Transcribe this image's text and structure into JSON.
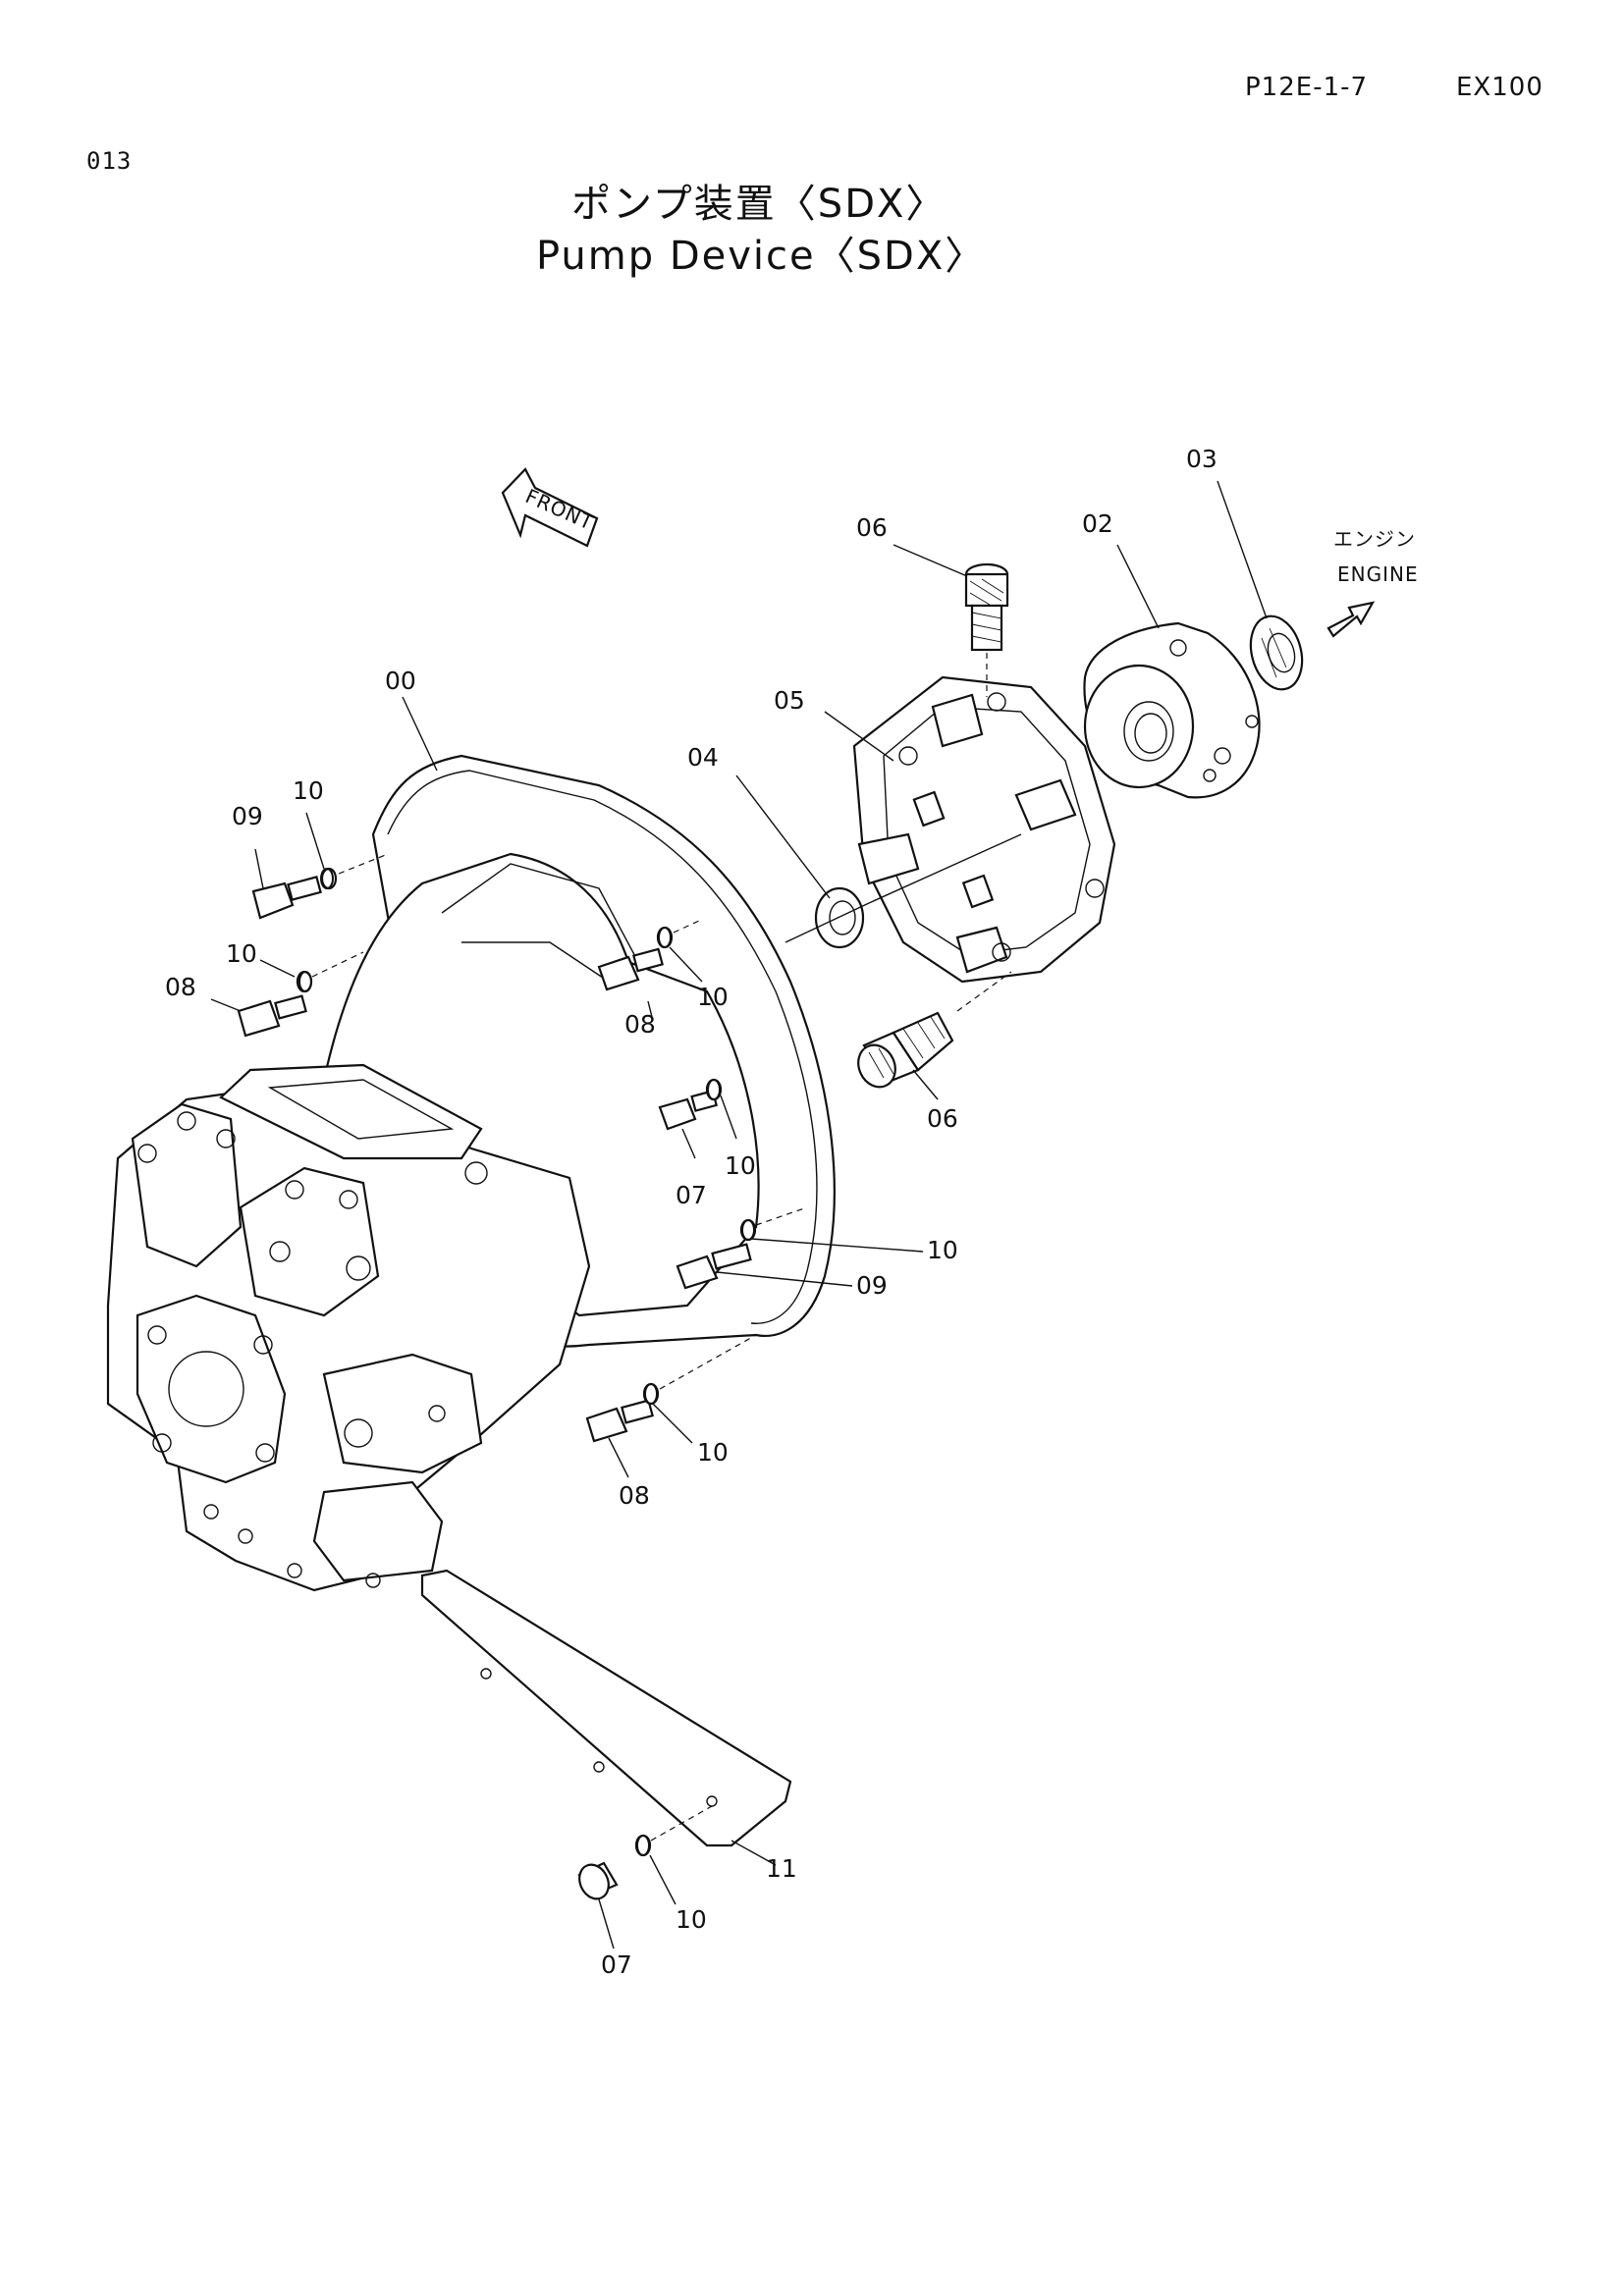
{
  "header": {
    "page_code": "P12E-1-7",
    "model": "EX100",
    "page_number": "013"
  },
  "title": {
    "japanese": "ポンプ装置〈SDX〉",
    "english": "Pump Device〈SDX〉"
  },
  "direction_labels": {
    "front": "FRONT",
    "engine_jp": "エンジン",
    "engine_en": "ENGINE"
  },
  "callouts": {
    "c00": "00",
    "c02": "02",
    "c03": "03",
    "c04": "04",
    "c05": "05",
    "c06a": "06",
    "c06b": "06",
    "c07a": "07",
    "c07b": "07",
    "c08a": "08",
    "c08b": "08",
    "c08c": "08",
    "c09a": "09",
    "c09b": "09",
    "c10a": "10",
    "c10b": "10",
    "c10c": "10",
    "c10d": "10",
    "c10e": "10",
    "c10f": "10",
    "c10g": "10",
    "c11": "11"
  }
}
